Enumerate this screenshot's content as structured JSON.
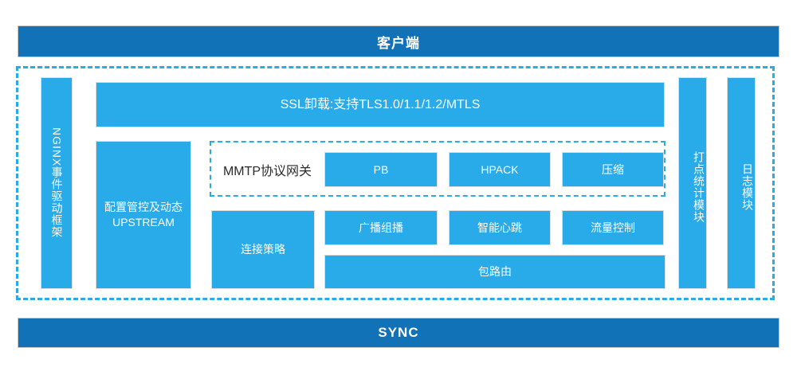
{
  "diagram": {
    "title_top": "客户端",
    "title_bottom": "SYNC",
    "colors": {
      "header_blue": "#1272b8",
      "module_blue": "#29abe9",
      "dashed_border": "#29abe9",
      "text_on_blue": "#ffffff",
      "text_dark": "#2b2b2b",
      "background": "#ffffff"
    },
    "left_column": {
      "framework_label": "NGINX事件驱动框架",
      "config_label": "配置管控及动态UPSTREAM"
    },
    "ssl": {
      "label": "SSL卸载:支持TLS1.0/1.1/1.2/MTLS"
    },
    "mmtp_group": {
      "label": "MMTP协议网关",
      "items": [
        {
          "label": "PB"
        },
        {
          "label": "HPACK"
        },
        {
          "label": "压缩"
        }
      ]
    },
    "connection_group": {
      "policy_label": "连接策略",
      "items": [
        {
          "label": "广播组播"
        },
        {
          "label": "智能心跳"
        },
        {
          "label": "流量控制"
        }
      ],
      "route_label": "包路由"
    },
    "right_column": {
      "items": [
        {
          "label": "打点统计模块"
        },
        {
          "label": "日志模块"
        }
      ]
    }
  }
}
